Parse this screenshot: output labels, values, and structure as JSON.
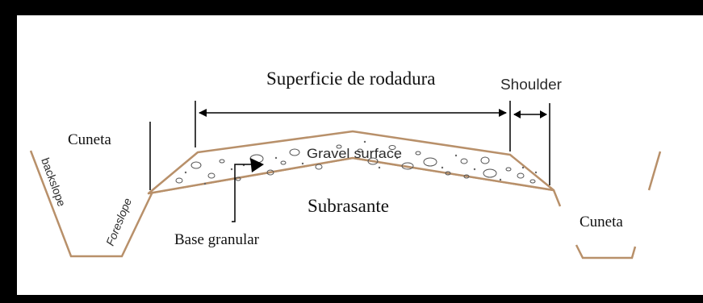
{
  "diagram": {
    "labels": {
      "running_surface": "Superficie de rodadura",
      "shoulder": "Shoulder",
      "ditch_left": "Cuneta",
      "ditch_right": "Cuneta",
      "backslope": "backslope",
      "foreslope": "Foreslope",
      "gravel_surface": "Gravel surface",
      "subgrade": "Subrasante",
      "granular_base": "Base granular"
    },
    "colors": {
      "frame": "#000000",
      "ground_line": "#b8906a",
      "ink": "#111111",
      "gravel_fill": "#ffffff"
    }
  }
}
